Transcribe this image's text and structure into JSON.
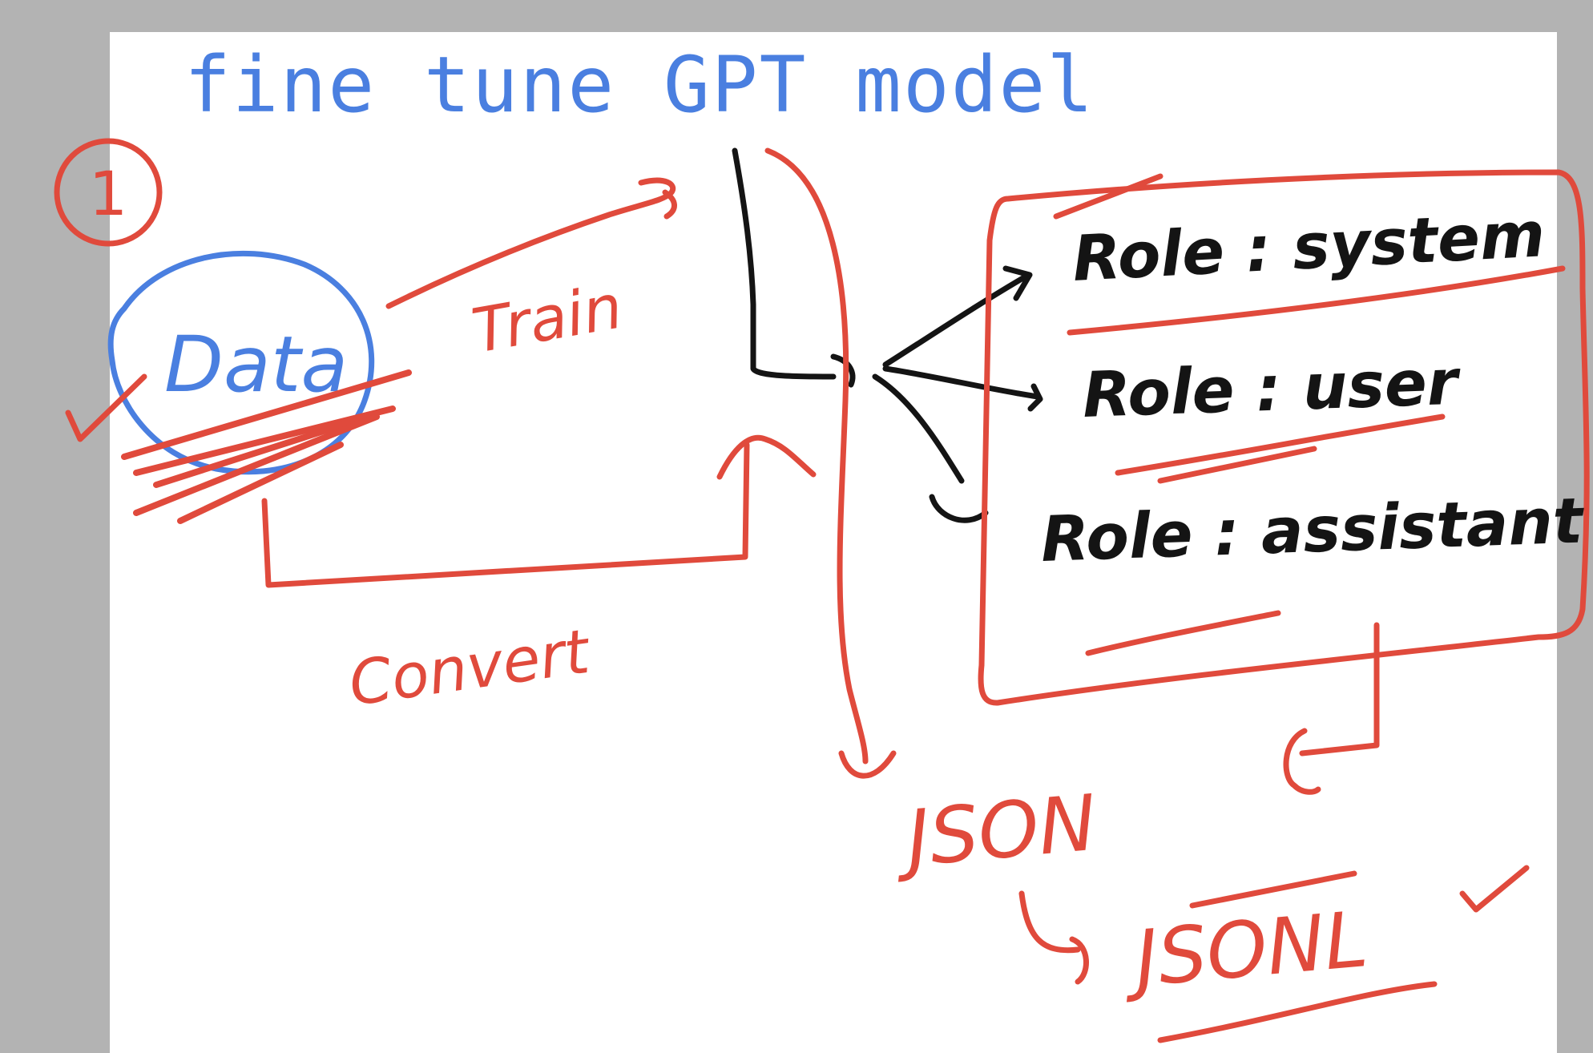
{
  "title": "fine tune GPT model",
  "step_marker": "1",
  "data_label": "Data",
  "train_label": "Train",
  "convert_label": "Convert",
  "roles": [
    {
      "text": "Role : system"
    },
    {
      "text": "Role : user"
    },
    {
      "text": "Role : assistant"
    }
  ],
  "json_label": "JSON",
  "jsonl_label": "JSONL",
  "colors": {
    "blue": "#4a7fe0",
    "red": "#e04a3c",
    "black": "#141414",
    "frame": "#b3b3b3"
  }
}
